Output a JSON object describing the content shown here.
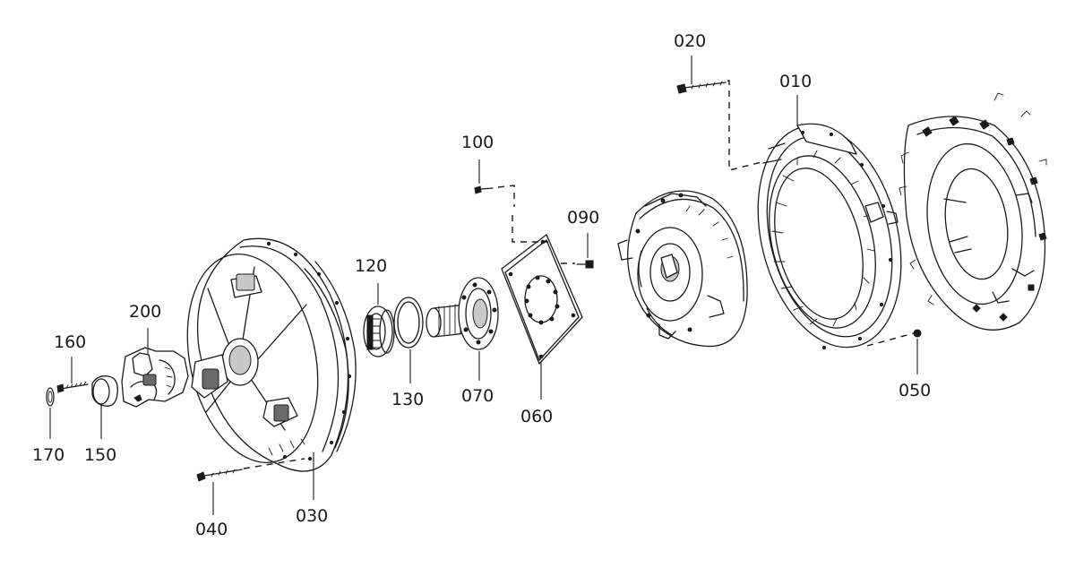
{
  "diagram": {
    "type": "exploded-parts-view",
    "part_numbers": [
      "010",
      "020",
      "030",
      "040",
      "050",
      "060",
      "070",
      "090",
      "100",
      "120",
      "130",
      "150",
      "160",
      "170",
      "200"
    ]
  },
  "labels": {
    "p010": "010",
    "p020": "020",
    "p030": "030",
    "p040": "040",
    "p050": "050",
    "p060": "060",
    "p070": "070",
    "p090": "090",
    "p100": "100",
    "p120": "120",
    "p130": "130",
    "p150": "150",
    "p160": "160",
    "p170": "170",
    "p200": "200"
  },
  "colors": {
    "ink": "#1a1a1a",
    "background": "#ffffff"
  }
}
